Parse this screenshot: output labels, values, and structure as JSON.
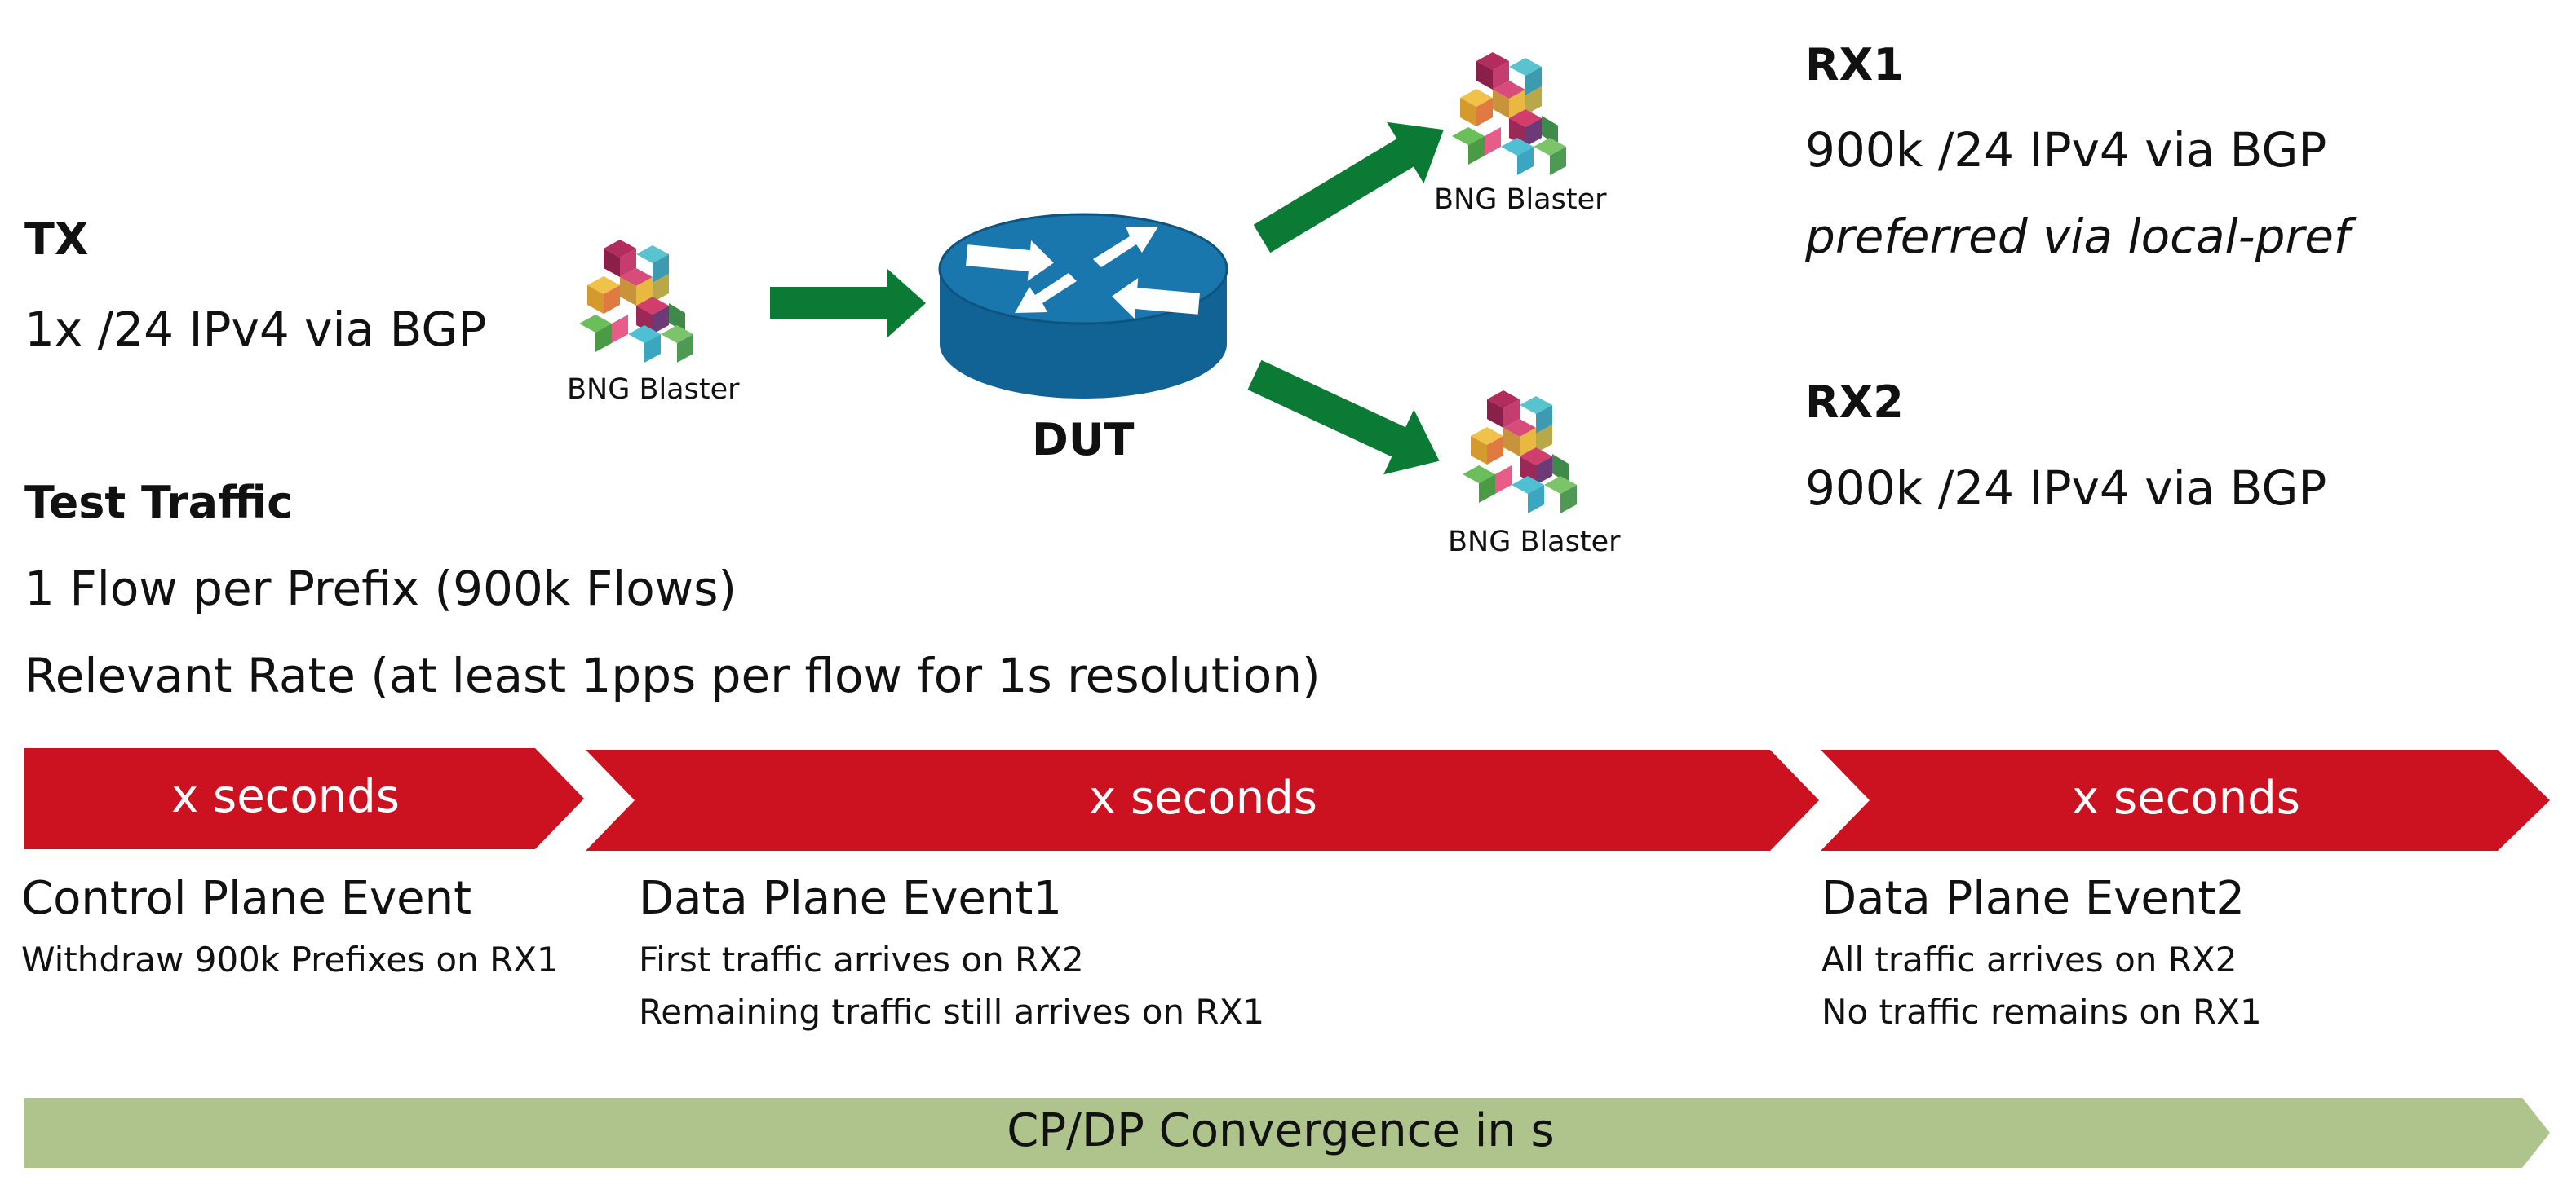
{
  "tx": {
    "title": "TX",
    "line1": "1x /24 IPv4 via BGP"
  },
  "rx1": {
    "title": "RX1",
    "line1": "900k /24 IPv4 via BGP",
    "line2": "preferred via local-pref"
  },
  "rx2": {
    "title": "RX2",
    "line1": "900k /24 IPv4 via BGP"
  },
  "traffic": {
    "title": "Test Traffic",
    "line1": "1 Flow per Prefix (900k Flows)",
    "line2": "Relevant Rate (at least 1pps per flow for 1s resolution)"
  },
  "dut": {
    "label": "DUT"
  },
  "logos": {
    "tx": "BNG Blaster",
    "rx1": "BNG Blaster",
    "rx2": "BNG Blaster"
  },
  "timeline": {
    "segments": [
      "x seconds",
      "x seconds",
      "x seconds"
    ],
    "events": [
      {
        "title": "Control Plane Event",
        "lines": [
          "Withdraw 900k Prefixes on RX1"
        ]
      },
      {
        "title": "Data Plane Event1",
        "lines": [
          "First traffic arrives on RX2",
          "Remaining traffic still arrives on RX1"
        ]
      },
      {
        "title": "Data Plane Event2",
        "lines": [
          "All traffic arrives on RX2",
          "No traffic remains on RX1"
        ]
      }
    ],
    "convergence": "CP/DP Convergence in s"
  },
  "colors": {
    "chevron": "#cc1220",
    "arrow": "#0a7a35",
    "router": "#116395",
    "convergence": "#afc48c"
  }
}
